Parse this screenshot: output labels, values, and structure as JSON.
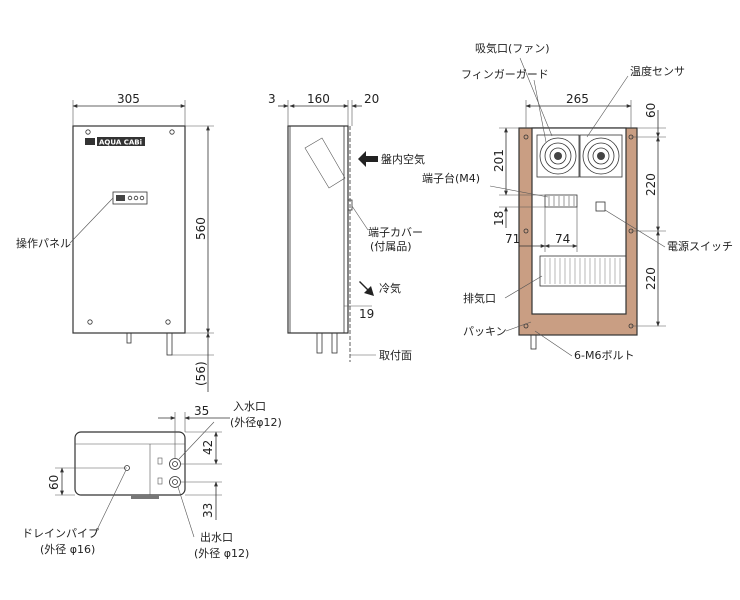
{
  "product": {
    "logo_text": "AQUA CABi"
  },
  "front_view": {
    "width_dim": "305",
    "height_dim": "560",
    "bottom_dim": "(56)",
    "panel_label": "操作パネル"
  },
  "side_view": {
    "dims": [
      "3",
      "160",
      "20"
    ],
    "bottom_dim": "19",
    "labels": {
      "internal_air": "盤内空気",
      "terminal_cover": "端子カバー",
      "terminal_cover_sub": "(付属品)",
      "cool_air": "冷気",
      "mounting_surface": "取付面"
    }
  },
  "back_view": {
    "width_dim": "265",
    "dims": {
      "d60": "60",
      "d201": "201",
      "d220_top": "220",
      "d18": "18",
      "d71": "71",
      "d74": "74",
      "d220_bottom": "220"
    },
    "labels": {
      "intake": "吸気口(ファン)",
      "finger_guard": "フィンガーガード",
      "temp_sensor": "温度センサ",
      "terminal_block": "端子台(M4)",
      "power_switch": "電源スイッチ",
      "exhaust": "排気口",
      "packing": "パッキン",
      "bolts": "6-M6ボルト"
    }
  },
  "bottom_view": {
    "dims": {
      "d35": "35",
      "d42": "42",
      "d60": "60",
      "d33": "33"
    },
    "labels": {
      "water_in": "入水口",
      "water_in_sub": "(外径φ12)",
      "water_out": "出水口",
      "water_out_sub": "(外径 φ12)",
      "drain": "ドレインパイプ",
      "drain_sub": "(外径 φ16)"
    }
  }
}
